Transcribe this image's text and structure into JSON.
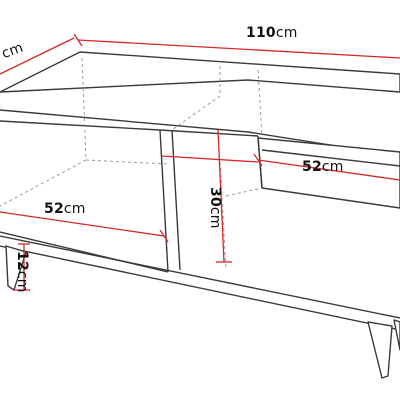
{
  "diagram": {
    "type": "furniture-dimension-drawing",
    "colors": {
      "outline": "#3a3a3a",
      "hidden_edge": "#9a9a9a",
      "dimension_line": "#d62828",
      "background": "#ffffff"
    },
    "dimensions": {
      "depth_partial": {
        "unit": "cm"
      },
      "width": {
        "value": "110",
        "unit": "cm"
      },
      "drawer_width": {
        "value": "52",
        "unit": "cm"
      },
      "shelf_width": {
        "value": "52",
        "unit": "cm"
      },
      "height_inner": {
        "value": "30",
        "unit": "cm"
      },
      "leg_height": {
        "value": "12",
        "unit": "cm"
      }
    }
  }
}
